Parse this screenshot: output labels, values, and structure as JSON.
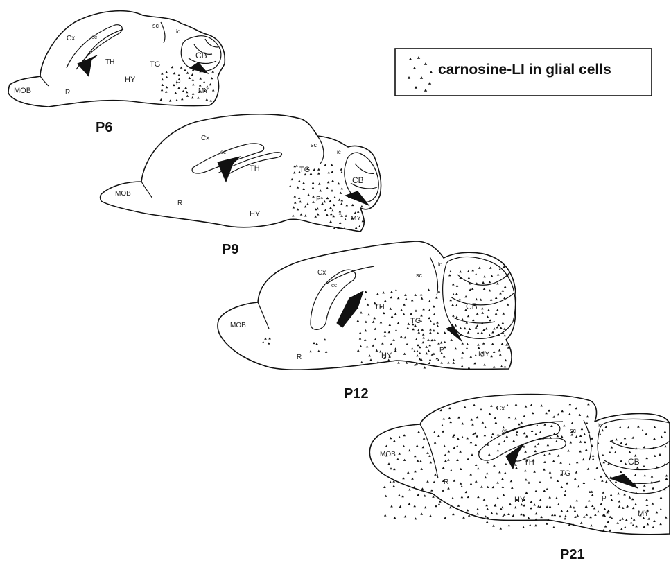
{
  "legend": {
    "label": "carnosine-LI in glial cells"
  },
  "panels": [
    {
      "stage": "P6",
      "regions": {
        "mob": "MOB",
        "cx": "Cx",
        "cc": "cc",
        "sc": "sc",
        "ic": "ic",
        "cb": "CB",
        "th": "TH",
        "tg": "TG",
        "hy": "HY",
        "r": "R",
        "p": "P",
        "my": "MY"
      }
    },
    {
      "stage": "P9",
      "regions": {
        "mob": "MOB",
        "cx": "Cx",
        "cc": "cc",
        "sc": "sc",
        "ic": "ic",
        "cb": "CB",
        "th": "TH",
        "tg": "TG",
        "hy": "HY",
        "r": "R",
        "p": "P",
        "my": "MY"
      }
    },
    {
      "stage": "P12",
      "regions": {
        "mob": "MOB",
        "cx": "Cx",
        "cc": "cc",
        "sc": "sc",
        "ic": "ic",
        "cb": "CB",
        "th": "TH",
        "tg": "TG",
        "hy": "HY",
        "r": "R",
        "p": "P",
        "my": "MY"
      }
    },
    {
      "stage": "P21",
      "regions": {
        "mob": "MOB",
        "cx": "Cx",
        "cc": "cc",
        "sc": "sc",
        "ic": "ic",
        "cb": "CB",
        "th": "TH",
        "tg": "TG",
        "hy": "HY",
        "r": "R",
        "p": "P",
        "my": "MY"
      }
    }
  ]
}
